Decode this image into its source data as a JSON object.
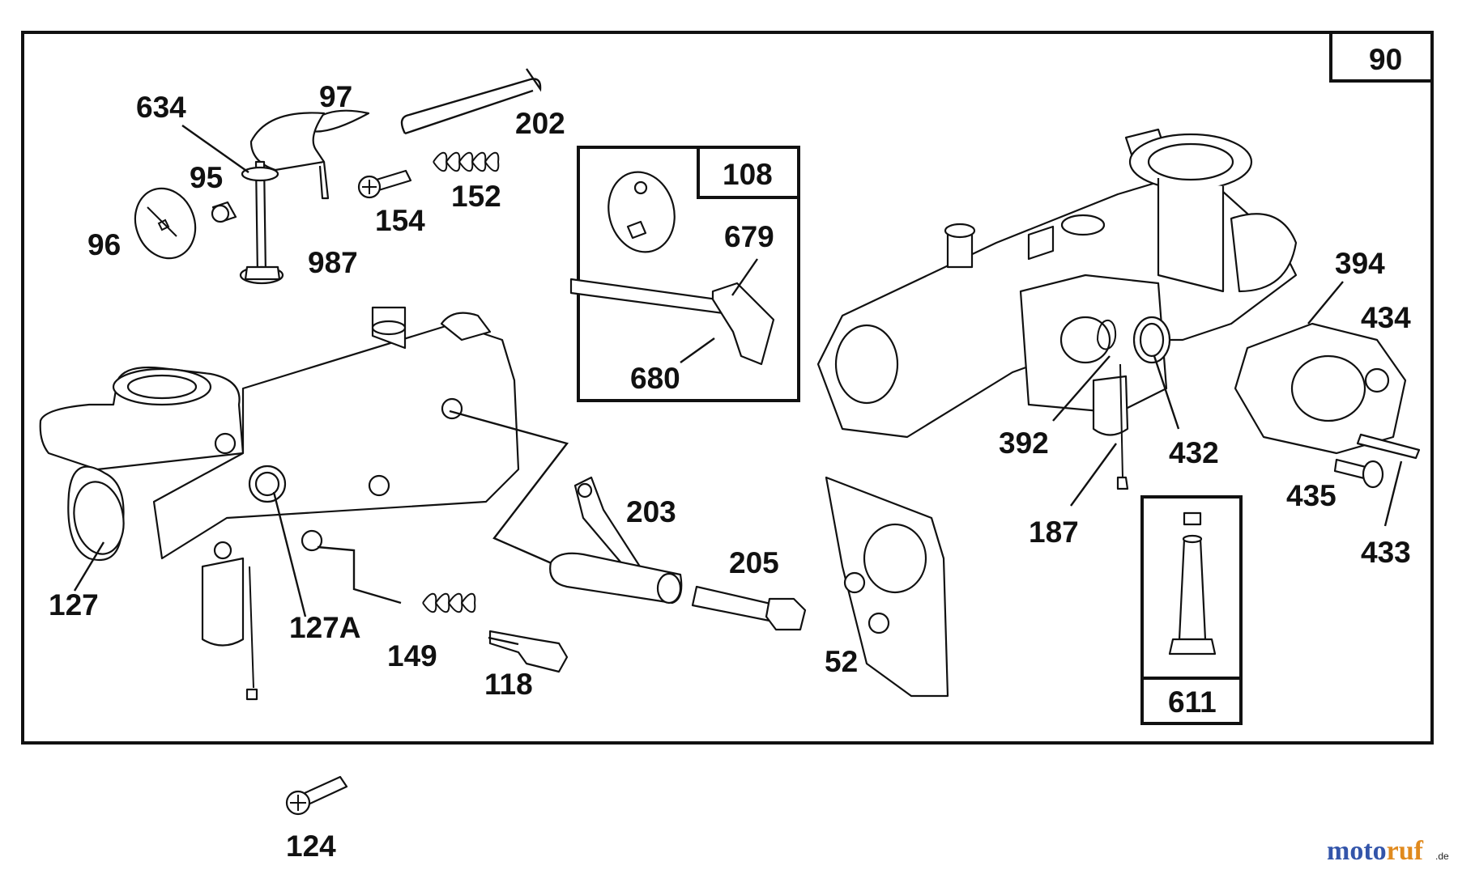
{
  "diagram": {
    "frame_label": "90",
    "insets": [
      {
        "id": "inset-108",
        "label": "108"
      },
      {
        "id": "inset-611",
        "label": "611"
      }
    ],
    "callouts": [
      {
        "id": "634",
        "text": "634"
      },
      {
        "id": "97",
        "text": "97"
      },
      {
        "id": "95",
        "text": "95"
      },
      {
        "id": "96",
        "text": "96"
      },
      {
        "id": "987",
        "text": "987"
      },
      {
        "id": "202",
        "text": "202"
      },
      {
        "id": "152",
        "text": "152"
      },
      {
        "id": "154",
        "text": "154"
      },
      {
        "id": "679",
        "text": "679"
      },
      {
        "id": "680",
        "text": "680"
      },
      {
        "id": "394",
        "text": "394"
      },
      {
        "id": "434",
        "text": "434"
      },
      {
        "id": "392",
        "text": "392"
      },
      {
        "id": "432",
        "text": "432"
      },
      {
        "id": "435",
        "text": "435"
      },
      {
        "id": "433",
        "text": "433"
      },
      {
        "id": "187",
        "text": "187"
      },
      {
        "id": "203",
        "text": "203"
      },
      {
        "id": "205",
        "text": "205"
      },
      {
        "id": "52",
        "text": "52"
      },
      {
        "id": "127",
        "text": "127"
      },
      {
        "id": "127A",
        "text": "127A"
      },
      {
        "id": "149",
        "text": "149"
      },
      {
        "id": "118",
        "text": "118"
      },
      {
        "id": "124",
        "text": "124"
      }
    ]
  },
  "watermark": {
    "brand": "motoruf",
    "tld": ".de",
    "brand_colors": [
      "#3355aa",
      "#e08a1e"
    ]
  }
}
